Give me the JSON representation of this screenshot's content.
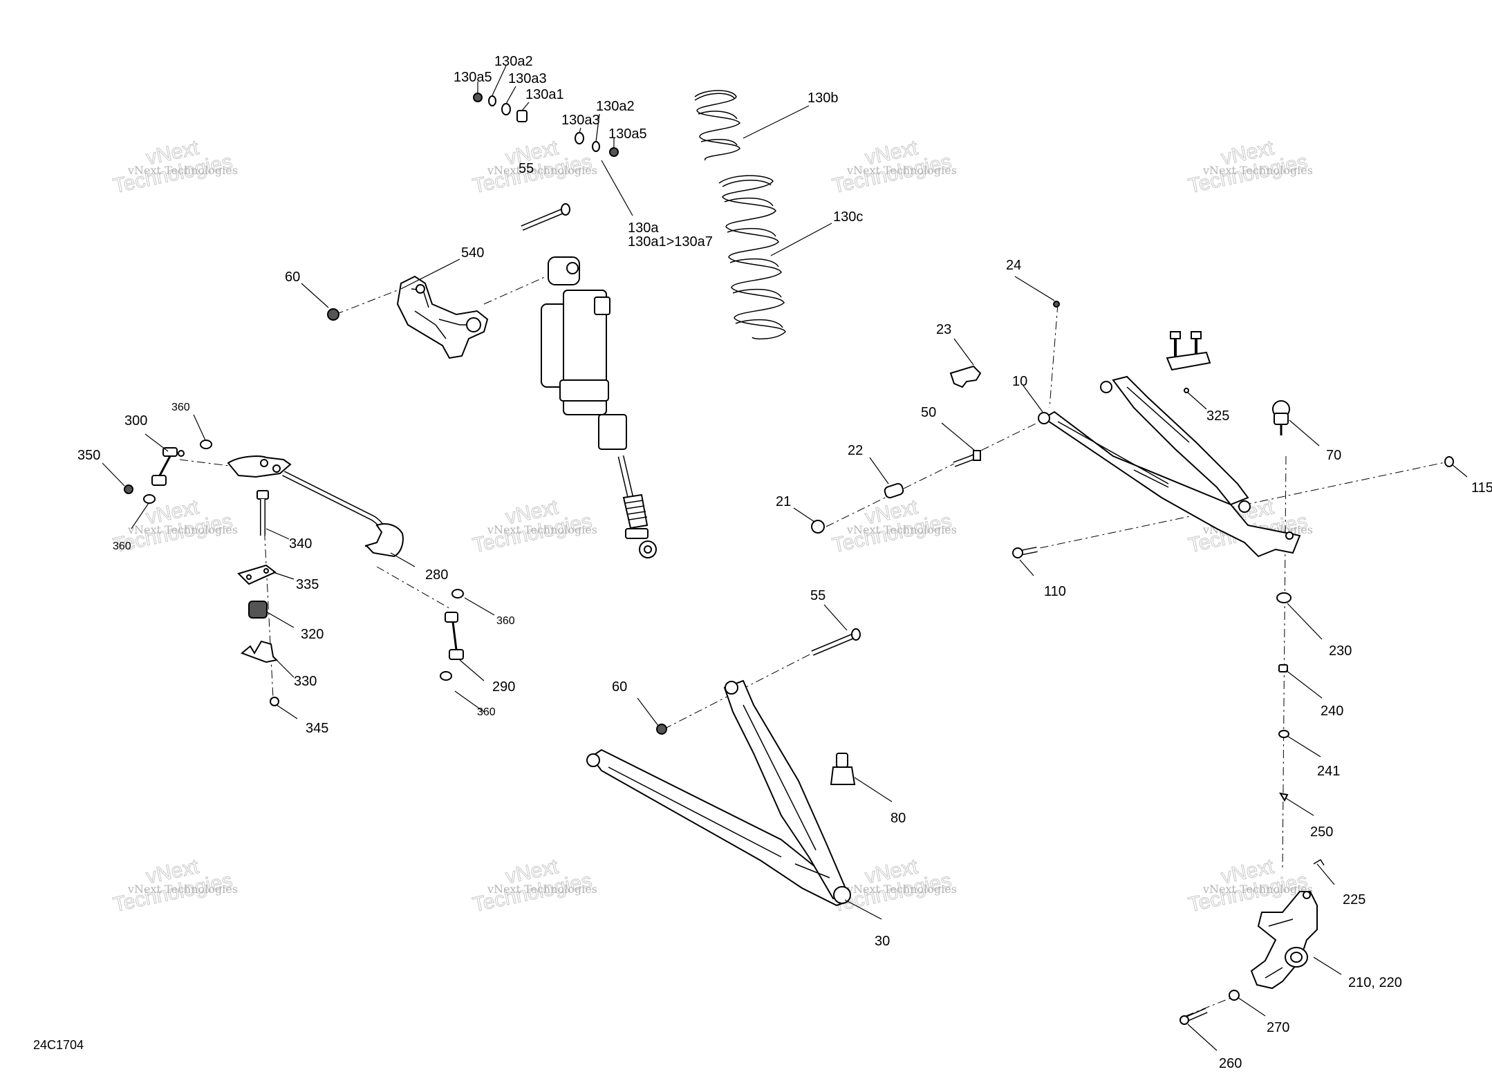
{
  "diagram_id": "24C1704",
  "watermark": {
    "line1": "vNext Technologies",
    "line2": "vNext",
    "line3": "Technologies"
  },
  "callouts": [
    {
      "id": "c130a5_t",
      "text": "130a5"
    },
    {
      "id": "c130a2_t",
      "text": "130a2"
    },
    {
      "id": "c130a3_t",
      "text": "130a3"
    },
    {
      "id": "c130a1_t",
      "text": "130a1"
    },
    {
      "id": "c130a3_b",
      "text": "130a3"
    },
    {
      "id": "c130a2_b",
      "text": "130a2"
    },
    {
      "id": "c130a5_b",
      "text": "130a5"
    },
    {
      "id": "c130b",
      "text": "130b"
    },
    {
      "id": "c130c",
      "text": "130c"
    },
    {
      "id": "c130a",
      "text": "130a"
    },
    {
      "id": "c130a_range",
      "text": "130a1>130a7"
    },
    {
      "id": "c55_t",
      "text": "55"
    },
    {
      "id": "c540",
      "text": "540"
    },
    {
      "id": "c60_t",
      "text": "60"
    },
    {
      "id": "c360_a",
      "text": "360"
    },
    {
      "id": "c300",
      "text": "300"
    },
    {
      "id": "c350",
      "text": "350"
    },
    {
      "id": "c360_b",
      "text": "360"
    },
    {
      "id": "c340",
      "text": "340"
    },
    {
      "id": "c335",
      "text": "335"
    },
    {
      "id": "c280",
      "text": "280"
    },
    {
      "id": "c320",
      "text": "320"
    },
    {
      "id": "c360_c",
      "text": "360"
    },
    {
      "id": "c330",
      "text": "330"
    },
    {
      "id": "c290",
      "text": "290"
    },
    {
      "id": "c345",
      "text": "345"
    },
    {
      "id": "c360_d",
      "text": "360"
    },
    {
      "id": "c24",
      "text": "24"
    },
    {
      "id": "c23",
      "text": "23"
    },
    {
      "id": "c10",
      "text": "10"
    },
    {
      "id": "c325",
      "text": "325"
    },
    {
      "id": "c50",
      "text": "50"
    },
    {
      "id": "c70",
      "text": "70"
    },
    {
      "id": "c22",
      "text": "22"
    },
    {
      "id": "c115",
      "text": "115"
    },
    {
      "id": "c21",
      "text": "21"
    },
    {
      "id": "c110",
      "text": "110"
    },
    {
      "id": "c55_b",
      "text": "55"
    },
    {
      "id": "c230",
      "text": "230"
    },
    {
      "id": "c60_b",
      "text": "60"
    },
    {
      "id": "c240",
      "text": "240"
    },
    {
      "id": "c241",
      "text": "241"
    },
    {
      "id": "c80",
      "text": "80"
    },
    {
      "id": "c250",
      "text": "250"
    },
    {
      "id": "c225",
      "text": "225"
    },
    {
      "id": "c30",
      "text": "30"
    },
    {
      "id": "c210_220",
      "text": "210, 220"
    },
    {
      "id": "c270",
      "text": "270"
    },
    {
      "id": "c260",
      "text": "260"
    }
  ]
}
